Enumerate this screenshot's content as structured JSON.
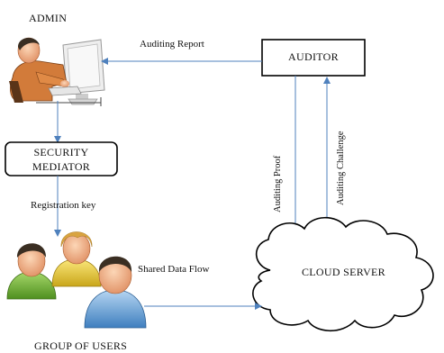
{
  "labels": {
    "admin": "ADMIN",
    "auditing_report": "Auditing Report",
    "auditor": "AUDITOR",
    "security_mediator_line1": "SECURITY",
    "security_mediator_line2": "MEDIATOR",
    "registration_key": "Registration key",
    "auditing_proof": "Auditing Proof",
    "auditing_challenge": "Auditing Challenge",
    "shared_data_flow": "Shared Data Flow",
    "cloud_server": "CLOUD SERVER",
    "group_of_users": "GROUP OF USERS"
  },
  "colors": {
    "arrow": "#4f81bd",
    "box_stroke": "#000000",
    "user_green": "#77b63a",
    "user_yellow": "#f2d33c",
    "user_blue": "#6aa3d8",
    "skin": "#f4b68a",
    "hair_dark": "#3a2e22",
    "hair_blond": "#d9a441"
  },
  "icons": {
    "admin": "admin-at-computer-icon",
    "users": "group-of-users-icon",
    "cloud": "cloud-icon"
  }
}
